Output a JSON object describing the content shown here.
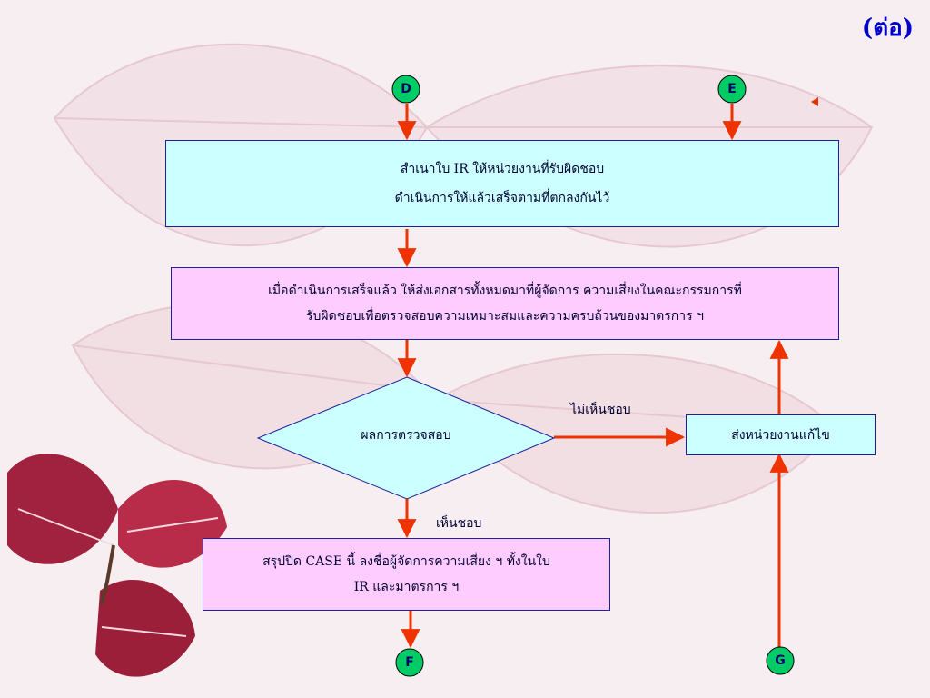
{
  "title": "(ต่อ)",
  "nodes": {
    "d": "D",
    "e": "E",
    "f": "F",
    "g": "G"
  },
  "box1": {
    "line1": "สำเนาใบ IR ให้หน่วยงานที่รับผิดชอบ",
    "line2": "ดำเนินการให้แล้วเสร็จตามที่ตกลงกันไว้"
  },
  "box2": {
    "line1": "เมื่อดำเนินการเสร็จแล้ว ให้ส่งเอกสารทั้งหมดมาที่ผู้จัดการ ความเสี่ยงในคณะกรรมการที่",
    "line2": "รับผิดชอบเพื่อตรวจสอบความเหมาะสมและความครบถ้วนของมาตรการ ฯ"
  },
  "decision": "ผลการตรวจสอบ",
  "fix_box": "ส่งหน่วยงานแก้ไข",
  "close_box": {
    "line1": "สรุปปิด CASE นี้ ลงชื่อผู้จัดการความเสี่ยง ฯ ทั้งในใบ",
    "line2": "IR และมาตรการ ฯ"
  },
  "edge_labels": {
    "disagree": "ไม่เห็นชอบ",
    "agree": "เห็นชอบ"
  },
  "colors": {
    "arrow": "#ee3300",
    "node_fill": "#00cc66",
    "box_cyan": "#ccffff",
    "box_pink": "#ffccff",
    "title": "#0000cc"
  }
}
